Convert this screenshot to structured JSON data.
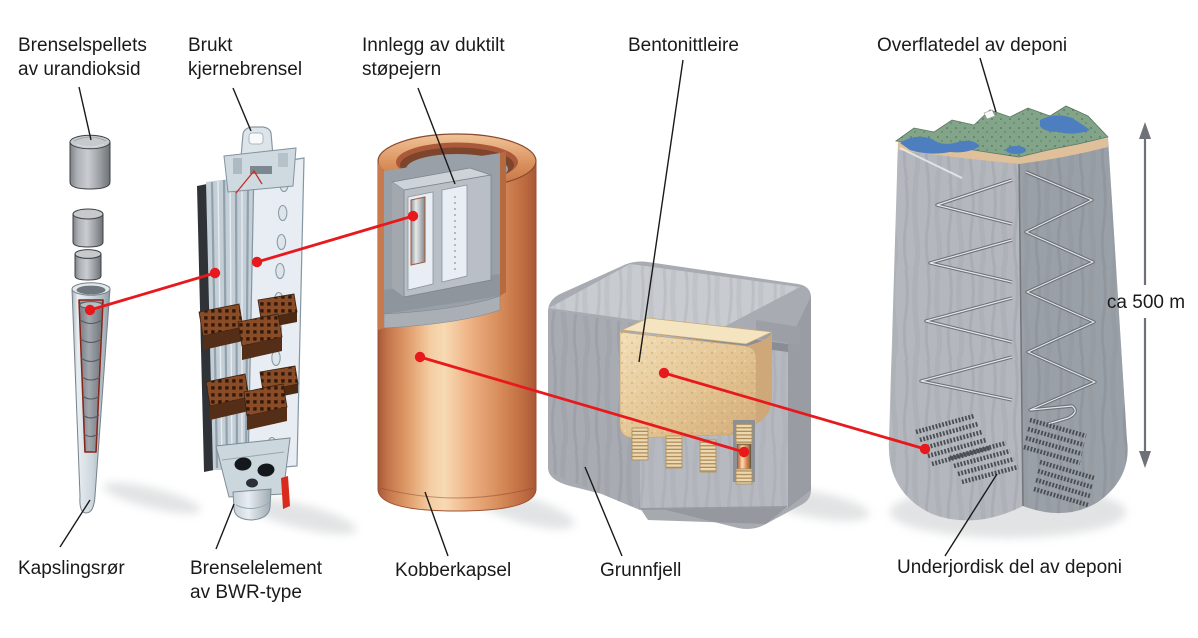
{
  "labels": {
    "pellets": "Brenselspellets\nav urandioksid",
    "spent_fuel": "Brukt\nkjernebrensel",
    "cast_iron_insert": "Innlegg av duktilt\nstøpejern",
    "bentonite": "Bentonittleire",
    "surface_part": "Overflatedel av deponi",
    "cladding_tube": "Kapslingsrør",
    "fuel_element": "Brenselelement\nav BWR-type",
    "copper_capsule": "Kobberkapsel",
    "bedrock": "Grunnfjell",
    "underground_part": "Underjordisk del av deponi",
    "depth_scale": "ca 500 m"
  },
  "colors": {
    "background": "#ffffff",
    "label_text": "#1a1a1a",
    "leader_black": "#1a1a1a",
    "connector_red": "#e8191d",
    "dimension_gray": "#6e7278",
    "copper": "#dd9060",
    "copper_highlight": "#f7dab4",
    "copper_shadow": "#a85836",
    "steel_gray": "#9aa0a8",
    "cladding_light": "#d5dde3",
    "assembly_light": "#e7edf2",
    "spacer_brown": "#8a4c26",
    "bentonite_tan": "#e5c796",
    "rock_gray": "#a8acb2",
    "rock_face_light": "#b4b8be",
    "rock_face_dark": "#9aa0a7",
    "rock_top": "#c8ccd0",
    "rock_inner": "#b6bac0",
    "landscape_green": "#82a488",
    "lake_blue": "#4d7fc0",
    "soil_tan": "#dfc09a",
    "tunnel_dark": "#4a4e54"
  }
}
